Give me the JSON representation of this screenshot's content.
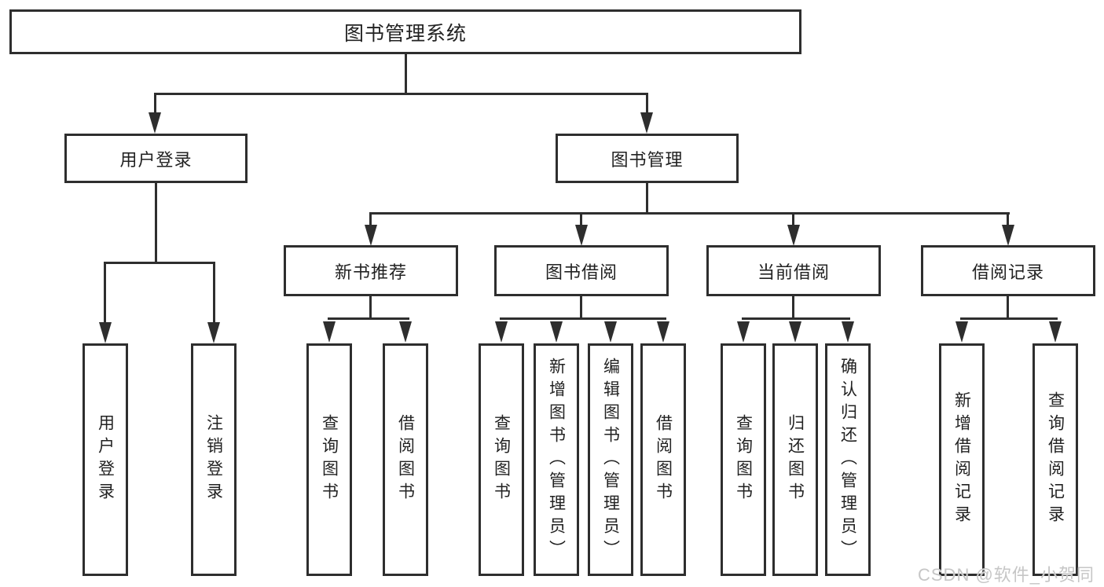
{
  "diagram_type": "tree",
  "title": "图书管理系统",
  "watermark": "CSDN @软件_小贺同学",
  "colors": {
    "line": "#2e2e2e",
    "text": "#222222",
    "background": "#ffffff",
    "watermark": "#c6c6c6"
  },
  "tree": {
    "label": "图书管理系统",
    "children": [
      {
        "label": "用户登录",
        "children": [
          {
            "label": "用户登录"
          },
          {
            "label": "注销登录"
          }
        ]
      },
      {
        "label": "图书管理",
        "children": [
          {
            "label": "新书推荐",
            "children": [
              {
                "label": "查询图书"
              },
              {
                "label": "借阅图书"
              }
            ]
          },
          {
            "label": "图书借阅",
            "children": [
              {
                "label": "查询图书"
              },
              {
                "label": "新增图书（管理员）"
              },
              {
                "label": "编辑图书（管理员）"
              },
              {
                "label": "借阅图书"
              }
            ]
          },
          {
            "label": "当前借阅",
            "children": [
              {
                "label": "查询图书"
              },
              {
                "label": "归还图书"
              },
              {
                "label": "确认归还（管理员）"
              }
            ]
          },
          {
            "label": "借阅记录",
            "children": [
              {
                "label": "新增借阅记录"
              },
              {
                "label": "查询借阅记录"
              }
            ]
          }
        ]
      }
    ]
  }
}
